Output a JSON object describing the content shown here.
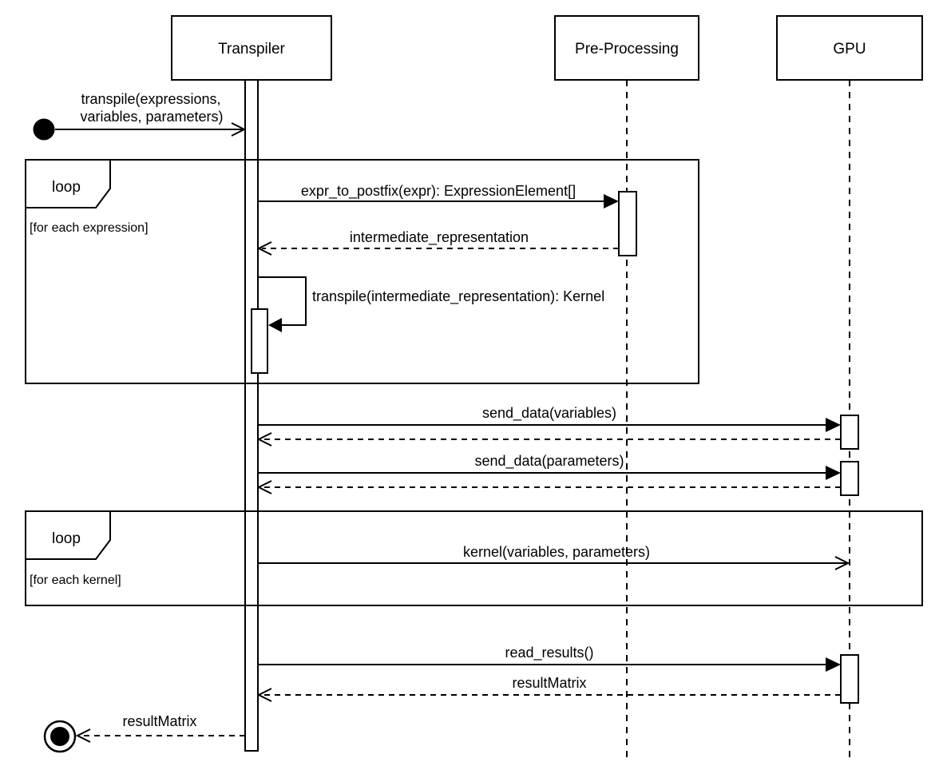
{
  "diagram": {
    "type": "uml-sequence-diagram",
    "background_color": "#ffffff",
    "line_color": "#000000",
    "text_color": "#000000"
  },
  "actors": [
    {
      "label": "Transpiler"
    },
    {
      "label": "Pre-Processing"
    },
    {
      "label": "GPU"
    }
  ],
  "fragments": [
    {
      "operator": "loop",
      "guard": "[for each expression]"
    },
    {
      "operator": "loop",
      "guard": "[for each kernel]"
    }
  ],
  "messages": [
    {
      "label": "transpile(expressions,",
      "label_line2": "variables, parameters)",
      "from": "start",
      "to": "Transpiler",
      "kind": "sync-open"
    },
    {
      "label": "expr_to_postfix(expr): ExpressionElement[]",
      "from": "Transpiler",
      "to": "Pre-Processing",
      "kind": "sync-solid"
    },
    {
      "label": "intermediate_representation",
      "from": "Pre-Processing",
      "to": "Transpiler",
      "kind": "return-dashed"
    },
    {
      "label": "transpile(intermediate_representation): Kernel",
      "from": "Transpiler",
      "to": "Transpiler",
      "kind": "self-solid"
    },
    {
      "label": "send_data(variables)",
      "from": "Transpiler",
      "to": "GPU",
      "kind": "sync-solid"
    },
    {
      "label": "",
      "from": "GPU",
      "to": "Transpiler",
      "kind": "return-dashed"
    },
    {
      "label": "send_data(parameters)",
      "from": "Transpiler",
      "to": "GPU",
      "kind": "sync-solid"
    },
    {
      "label": "",
      "from": "GPU",
      "to": "Transpiler",
      "kind": "return-dashed"
    },
    {
      "label": "kernel(variables, parameters)",
      "from": "Transpiler",
      "to": "GPU",
      "kind": "async-open"
    },
    {
      "label": "read_results()",
      "from": "Transpiler",
      "to": "GPU",
      "kind": "sync-solid"
    },
    {
      "label": "resultMatrix",
      "from": "GPU",
      "to": "Transpiler",
      "kind": "return-dashed"
    },
    {
      "label": "resultMatrix",
      "from": "Transpiler",
      "to": "end",
      "kind": "return-dashed"
    }
  ]
}
